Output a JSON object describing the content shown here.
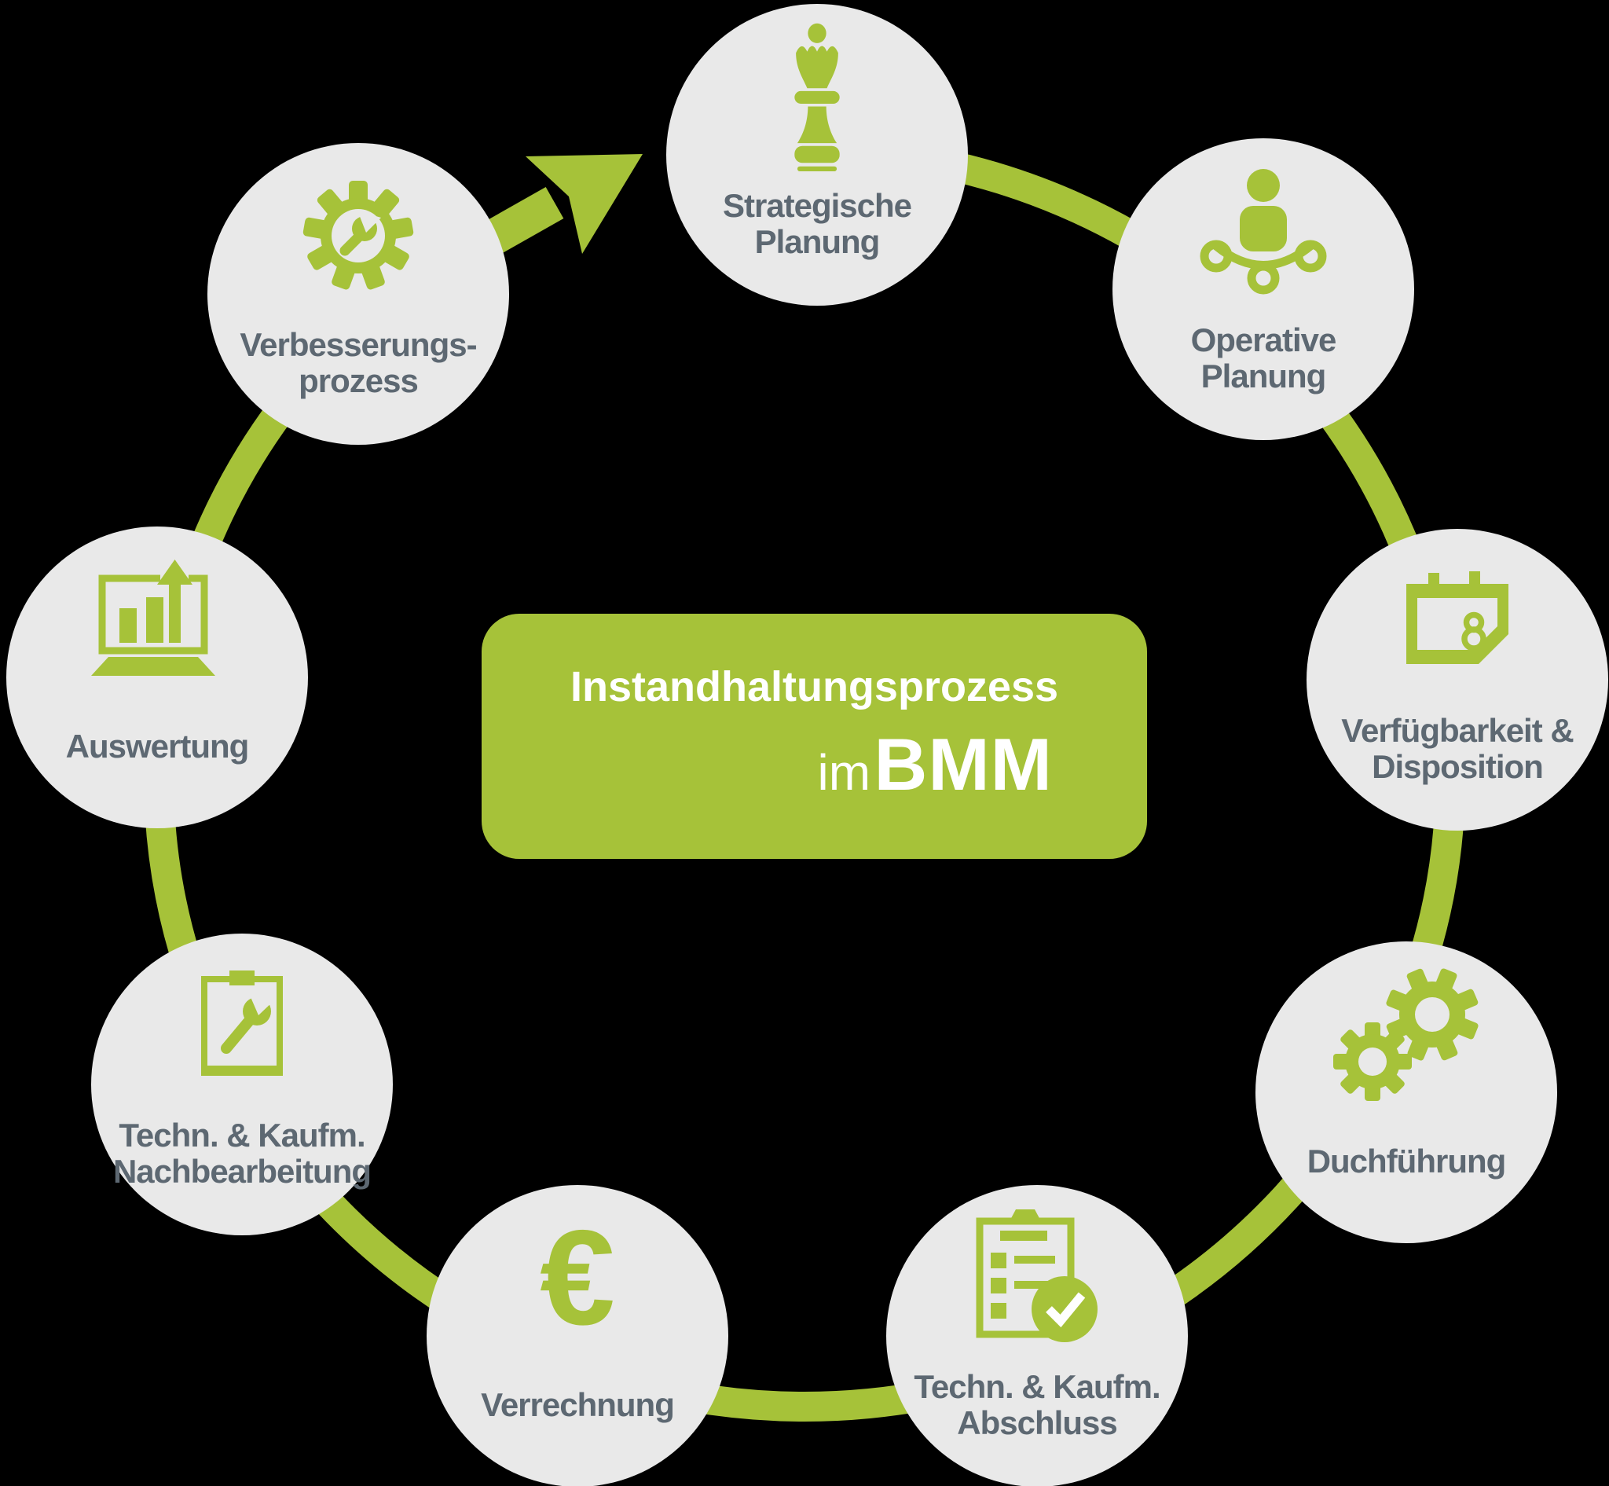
{
  "colors": {
    "green": "#a6c239",
    "node_circle": "#e9e9e9",
    "label_text": "#5d6872",
    "center_text": "#ffffff",
    "background": "#000000"
  },
  "center": {
    "line1": "Instandhaltungsprozess",
    "im": "im",
    "bmm": "BMM"
  },
  "nodes": [
    {
      "id": "strategische-planung",
      "icon": "chess-queen-icon",
      "lines": [
        "Strategische",
        "Planung"
      ]
    },
    {
      "id": "operative-planung",
      "icon": "person-network-icon",
      "lines": [
        "Operative",
        "Planung"
      ]
    },
    {
      "id": "verfuegbarkeit-disposition",
      "icon": "calendar-icon",
      "lines": [
        "Verfügbarkeit &",
        "Disposition"
      ]
    },
    {
      "id": "duchfuehrung",
      "icon": "gears-icon",
      "lines": [
        "Duchführung"
      ]
    },
    {
      "id": "techn-kaufm-abschluss",
      "icon": "checklist-check-icon",
      "lines": [
        "Techn. & Kaufm.",
        "Abschluss"
      ]
    },
    {
      "id": "verrechnung",
      "icon": "euro-icon",
      "lines": [
        "Verrechnung"
      ]
    },
    {
      "id": "techn-kaufm-nachbearbeitung",
      "icon": "clipboard-wrench-icon",
      "lines": [
        "Techn. & Kaufm.",
        "Nachbearbeitung"
      ]
    },
    {
      "id": "auswertung",
      "icon": "laptop-chart-icon",
      "lines": [
        "Auswertung"
      ]
    },
    {
      "id": "verbesserungsprozess",
      "icon": "gear-wrench-icon",
      "lines": [
        "Verbesserungs-",
        "prozess"
      ]
    }
  ]
}
